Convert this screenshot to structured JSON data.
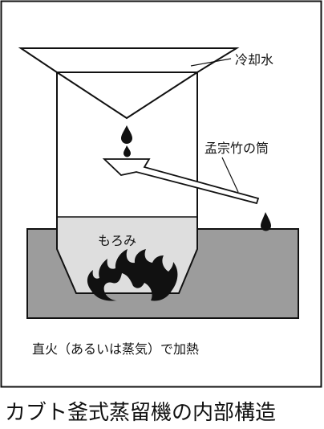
{
  "labels": {
    "cooling_water": "冷却水",
    "bamboo_pipe": "孟宗竹の筒",
    "moromi": "もろみ",
    "direct_fire": "直火（あるいは蒸気）で加熱"
  },
  "caption": "カブト釜式蒸留機の内部構造",
  "colors": {
    "line": "#111111",
    "furnace_fill": "#9c9c9c",
    "moromi_fill": "#dedede",
    "frame": "#111111",
    "flame": "#111111",
    "drop": "#111111"
  }
}
